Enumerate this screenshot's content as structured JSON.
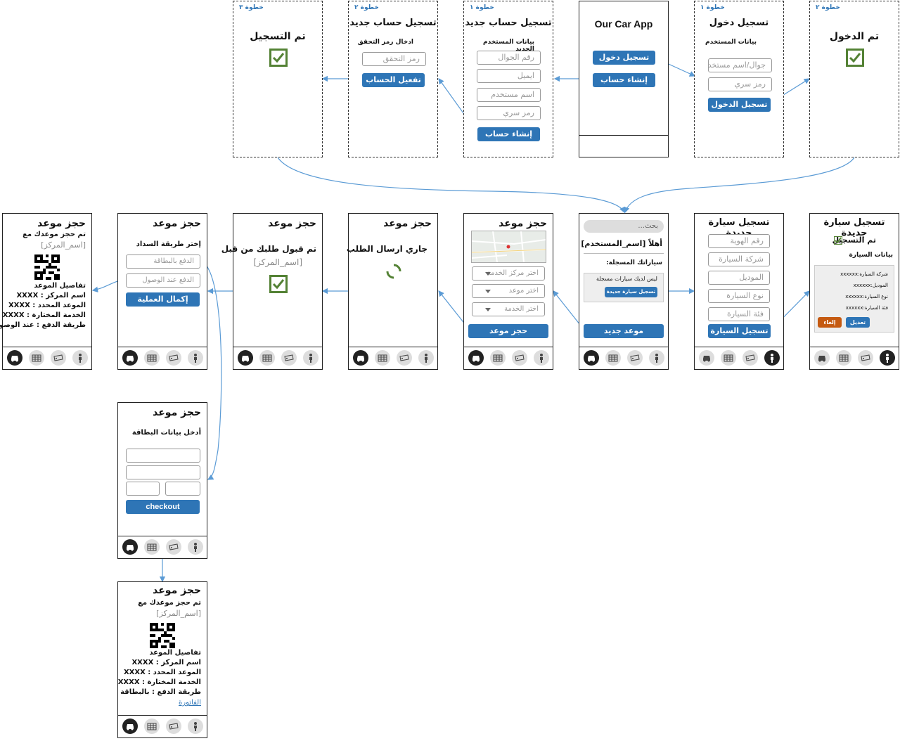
{
  "colors": {
    "primary": "#2e75b6",
    "success": "#548235",
    "danger": "#c55a11",
    "line": "#5b9bd5"
  },
  "icons": [
    "car-icon",
    "grid-icon",
    "ticket-icon",
    "person-icon"
  ],
  "s_done3": {
    "step": "خطوة ٣",
    "title": "تم التسجيل"
  },
  "s_verify": {
    "step": "خطوة ٢",
    "title": "تسجيل حساب جديد",
    "label": "ادخال رمز التحقق",
    "code_ph": "رمز التحقق",
    "activate": "تفعيل الحساب"
  },
  "s_reg1": {
    "step": "خطوة ١",
    "title": "تسجيل حساب جديد",
    "label": "بيانات المستخدم الجديد",
    "phone_ph": "رقم الجوال",
    "email_ph": "ايميل",
    "user_ph": "اسم مستخدم",
    "pass_ph": "رمز سري",
    "create": "إنشاء حساب"
  },
  "s_home": {
    "title": "Our Car App",
    "login": "تسجيل دخول",
    "create": "إنشاء حساب"
  },
  "s_login1": {
    "step": "خطوة ١",
    "title": "تسجيل دخول",
    "label": "بيانات المستخدم",
    "user_ph": "جوال/اسم مستخدم",
    "pass_ph": "رمز سري",
    "login": "تسجيل الدخول"
  },
  "s_login2": {
    "step": "خطوة ٢",
    "title": "تم الدخول"
  },
  "s_confirm": {
    "title": "حجز موعد",
    "line1": "تم حجز موعدك مع",
    "center": "[اسم_المركز]",
    "details": "تفاصيل الموعد",
    "r1": "اسم المركز : XXXX",
    "r2": "الموعد المحدد : XXXX",
    "r3": "الخدمة المختارة : XXXX",
    "r4": "طريقة الدفع : عند الوصول"
  },
  "s_pay": {
    "title": "حجز موعد",
    "label": "إختر طريقة السداد",
    "card": "الدفع بالبطاقة",
    "arrive": "الدفع عند الوصول",
    "complete": "إكمال العملية"
  },
  "s_accepted": {
    "title": "حجز موعد",
    "line1": "تم قبول طلبك من قبل",
    "center": "[اسم_المركز]"
  },
  "s_sending": {
    "title": "حجز موعد",
    "line1": "جاري ارسال الطلب"
  },
  "s_book": {
    "title": "حجز موعد",
    "d1": "اختر مركز الخدمة",
    "d2": "اختر موعد",
    "d3": "اختر الخدمة",
    "btn": "حجز موعد"
  },
  "s_dash": {
    "search_ph": "بحث...",
    "hello": "أهلاً [اسم_المستخدم]",
    "cars": "سياراتك المسجلة:",
    "none": "ليس لديك سيارات مسجلة",
    "reg_car": "تسجيل سيارة جديدة",
    "new_appt": "موعد جديد"
  },
  "s_newcar": {
    "title": "تسجيل سيارة جديدة",
    "id_ph": "رقم الهوية",
    "company_ph": "شركة السيارة",
    "model_ph": "الموديل",
    "type_ph": "نوع السيارة",
    "class_ph": "فئة السيارة",
    "btn": "تسجيل السيارة"
  },
  "s_cardone": {
    "title": "تسجيل سيارة جديدة",
    "done": "تم التسجيل",
    "data": "بيانات السيارة",
    "r1": "شركة السيارة:xxxxxx",
    "r2": "الموديل:xxxxxx",
    "r3": "نوع السيارة:xxxxxx",
    "r4": "فئة السيارة:xxxxxx",
    "edit": "تعديل",
    "cancel": "إلغاء"
  },
  "s_card": {
    "title": "حجز موعد",
    "label": "أدخل بيانات البطاقة",
    "checkout": "checkout"
  },
  "s_confirm2": {
    "title": "حجز موعد",
    "line1": "تم حجز موعدك مع",
    "center": "[اسم_المركز]",
    "details": "تفاصيل الموعد",
    "r1": "اسم المركز : XXXX",
    "r2": "الموعد المحدد : XXXX",
    "r3": "الخدمة المختارة : XXXX",
    "r4": "طريقة الدفع : بالبطاقة",
    "invoice": "الفاتورة"
  }
}
